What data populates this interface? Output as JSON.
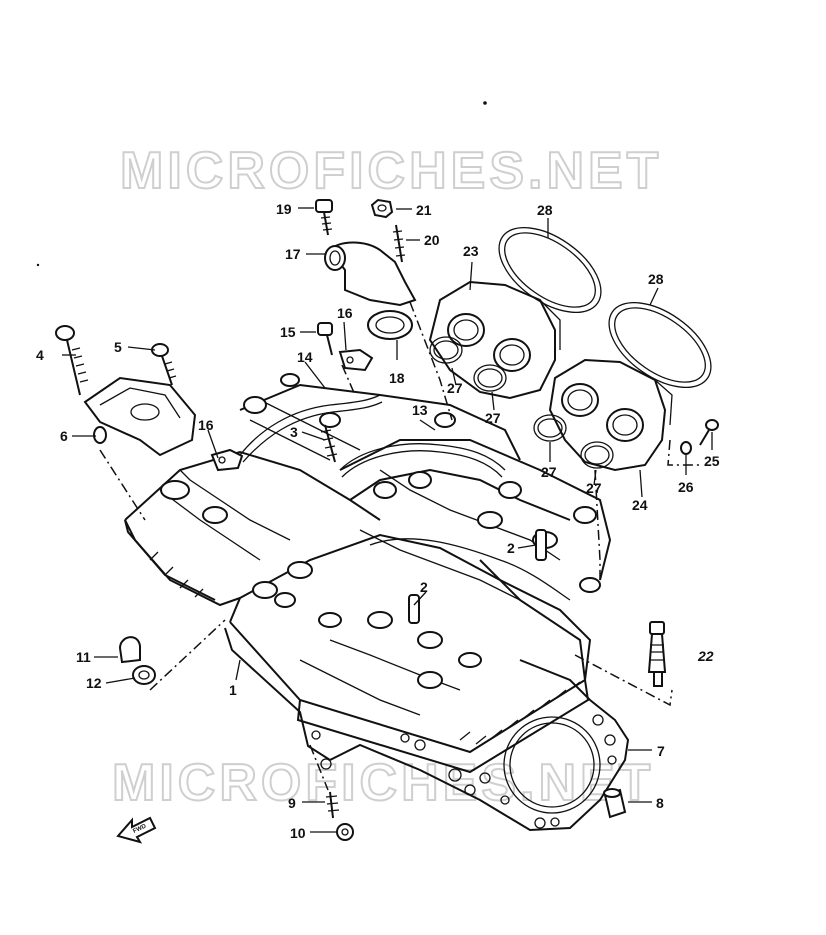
{
  "watermark": {
    "top": "MICROFICHES.NET",
    "bottom": "MICROFICHES.NET"
  },
  "labels": {
    "p1": "1",
    "p2a": "2",
    "p2b": "2",
    "p3": "3",
    "p4": "4",
    "p5": "5",
    "p6": "6",
    "p7": "7",
    "p8": "8",
    "p9": "9",
    "p10": "10",
    "p11": "11",
    "p12": "12",
    "p13": "13",
    "p14": "14",
    "p15": "15",
    "p16a": "16",
    "p16b": "16",
    "p17": "17",
    "p18": "18",
    "p19": "19",
    "p20": "20",
    "p21": "21",
    "p22": "22",
    "p23": "23",
    "p24": "24",
    "p25": "25",
    "p26": "26",
    "p27a": "27",
    "p27b": "27",
    "p27c": "27",
    "p27d": "27",
    "p28a": "28",
    "p28b": "28"
  },
  "front_arrow": "FWD"
}
